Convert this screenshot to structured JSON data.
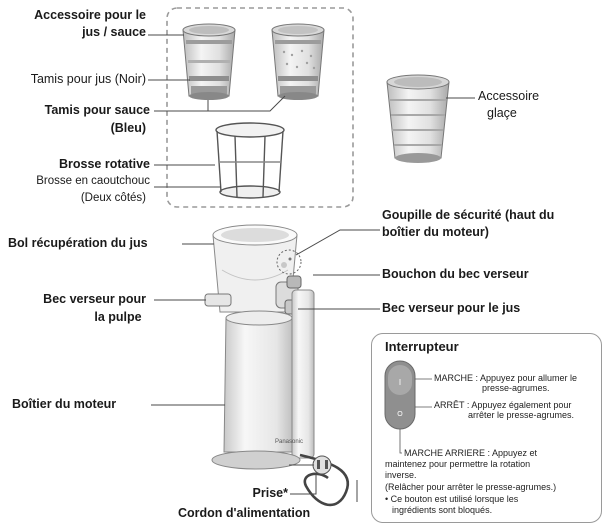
{
  "labels": {
    "accessoire_jus_sauce_1": "Accessoire pour le",
    "accessoire_jus_sauce_2": "jus / sauce",
    "tamis_jus": "Tamis pour jus (Noir)",
    "tamis_sauce_1": "Tamis pour sauce",
    "tamis_sauce_2": "(Bleu)",
    "brosse_rotative": "Brosse rotative",
    "brosse_caoutchouc": "Brosse en caoutchouc",
    "deux_cotes": "(Deux côtés)",
    "accessoire_glace_1": "Accessoire",
    "accessoire_glace_2": "glaçe",
    "goupille_1": "Goupille de sécurité (haut du",
    "goupille_2": "boîtier du moteur)",
    "bol": "Bol récupération du jus",
    "bouchon": "Bouchon du bec verseur",
    "bec_pulpe_1": "Bec verseur pour",
    "bec_pulpe_2": "la pulpe",
    "bec_jus": "Bec verseur pour le jus",
    "boitier": "Boîtier du moteur",
    "prise": "Prise*",
    "cordon": "Cordon d'alimentation"
  },
  "interrupteur": {
    "title": "Interrupteur",
    "marche_1": "MARCHE : Appuyez pour allumer le",
    "marche_2": "presse-agrumes.",
    "arret_1": "ARRÊT : Appuyez également pour",
    "arret_2": "arrêter le presse-agrumes.",
    "arriere_1": "MARCHE ARRIERE : Appuyez et",
    "arriere_2": "maintenez pour permettre la rotation",
    "arriere_3": "inverse.",
    "arriere_4": "(Relâcher pour arrêter le presse-agrumes.)",
    "note_1": "• Ce bouton est utilisé lorsque les",
    "note_2": "ingrédients sont bloqués."
  },
  "brand_text": "Panasonic",
  "colors": {
    "line": "#4a4a4a",
    "dashed_box": "#9a9a9a",
    "part_fill": "#e8e8e8"
  }
}
